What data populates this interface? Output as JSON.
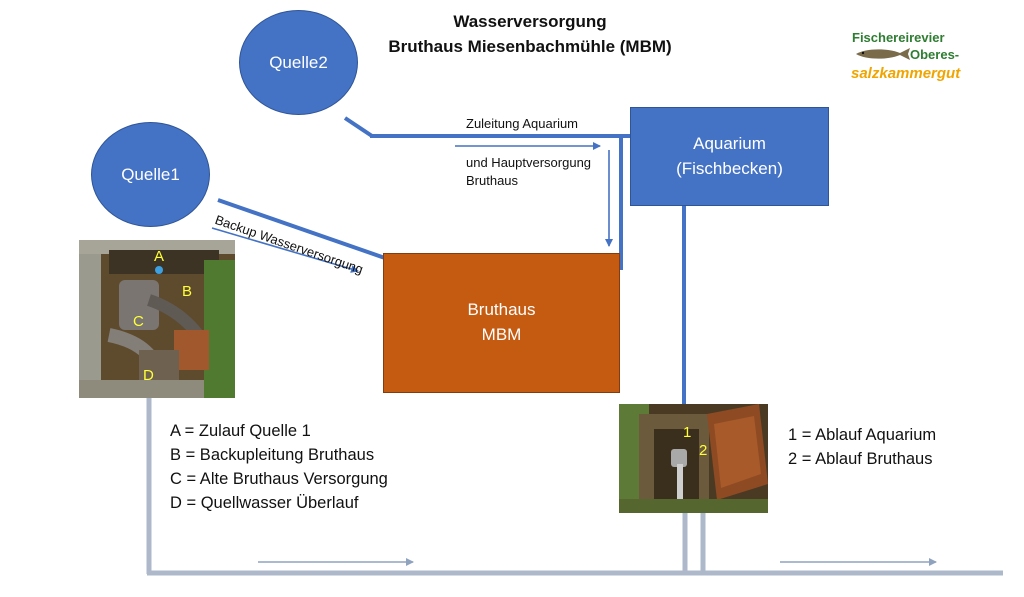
{
  "title": {
    "line1": "Wasserversorgung",
    "line2": "Bruthaus Miesenbachmühle (MBM)"
  },
  "logo": {
    "line1": "Fischereirevier",
    "line2": "Oberes-",
    "line3": "salzkammergut"
  },
  "nodes": {
    "quelle1": "Quelle1",
    "quelle2": "Quelle2",
    "aquarium_line1": "Aquarium",
    "aquarium_line2": "(Fischbecken)",
    "bruthaus_line1": "Bruthaus",
    "bruthaus_line2": "MBM"
  },
  "edge_labels": {
    "backup": "Backup Wasserversorgung",
    "zuleitung": "Zuleitung Aquarium",
    "haupt_line1": "und Hauptversorgung",
    "haupt_line2": "Bruthaus"
  },
  "photo_left_tags": {
    "a": "A",
    "b": "B",
    "c": "C",
    "d": "D"
  },
  "photo_right_tags": {
    "one": "1",
    "two": "2"
  },
  "legend_left": [
    "A = Zulauf Quelle 1",
    "B = Backupleitung Bruthaus",
    "C = Alte Bruthaus Versorgung",
    "D = Quellwasser Überlauf"
  ],
  "legend_right": [
    "1 = Ablauf Aquarium",
    "2 = Ablauf Bruthaus"
  ],
  "colors": {
    "node_blue": "#4472c4",
    "bruthaus_orange": "#c55a11",
    "drain_gray": "#adb9ca",
    "pipe_blue": "#4472c4"
  }
}
